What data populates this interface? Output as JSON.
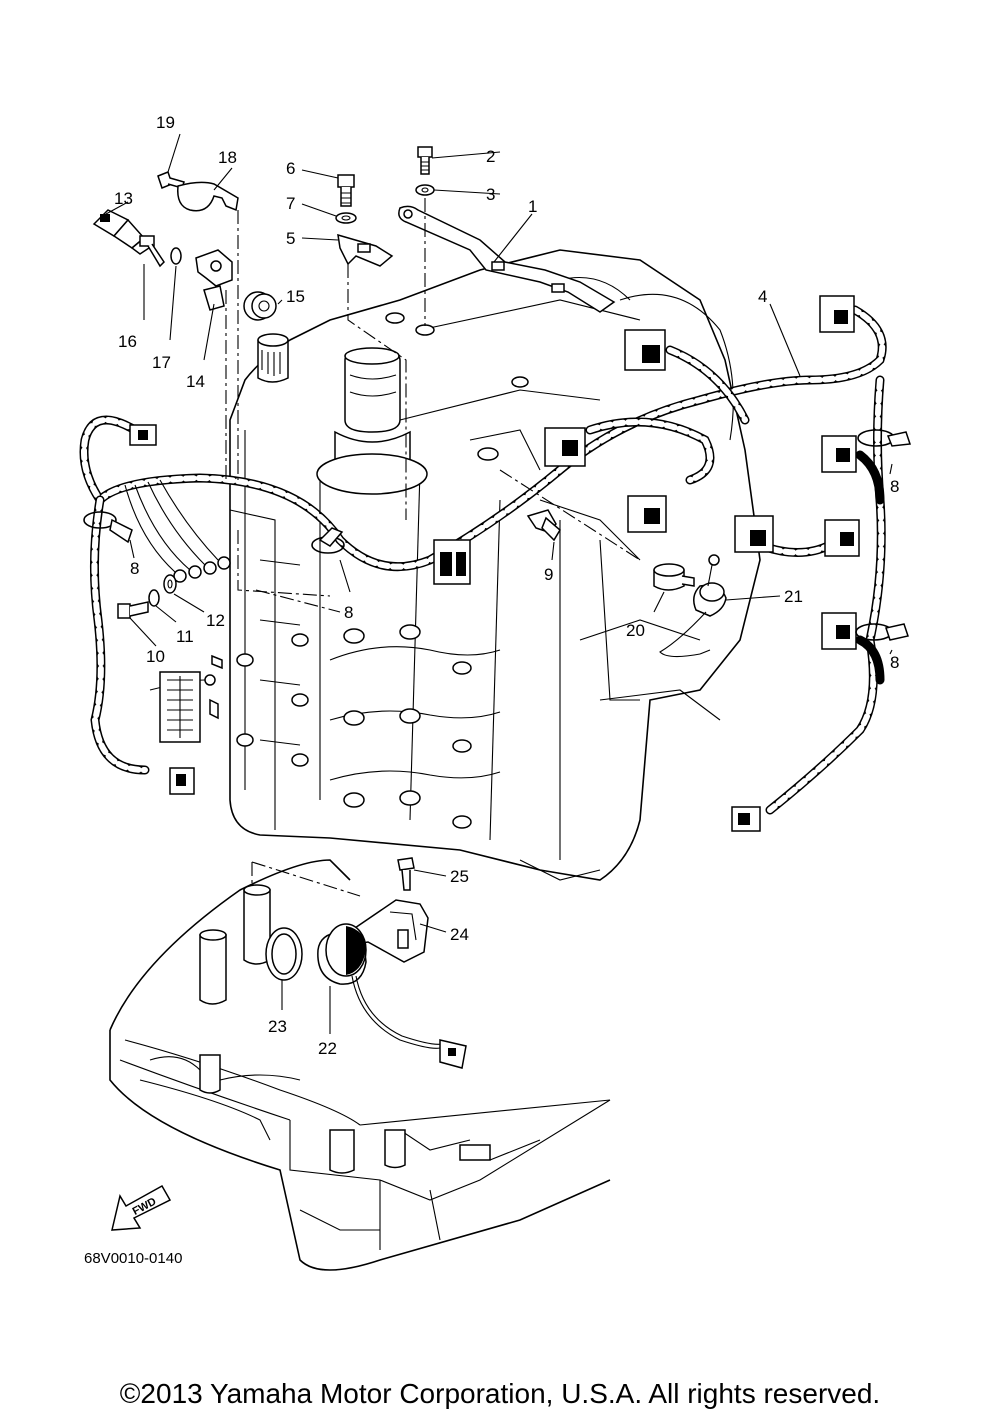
{
  "diagram_code": "68V0010-0140",
  "copyright": "©2013 Yamaha Motor Corporation, U.S.A. All rights reserved.",
  "fwd_label": "FWD",
  "callouts": [
    "1",
    "2",
    "3",
    "4",
    "5",
    "6",
    "7",
    "8",
    "8",
    "8",
    "8",
    "9",
    "10",
    "11",
    "12",
    "13",
    "14",
    "15",
    "16",
    "17",
    "18",
    "19",
    "20",
    "21",
    "22",
    "23",
    "24",
    "25"
  ]
}
